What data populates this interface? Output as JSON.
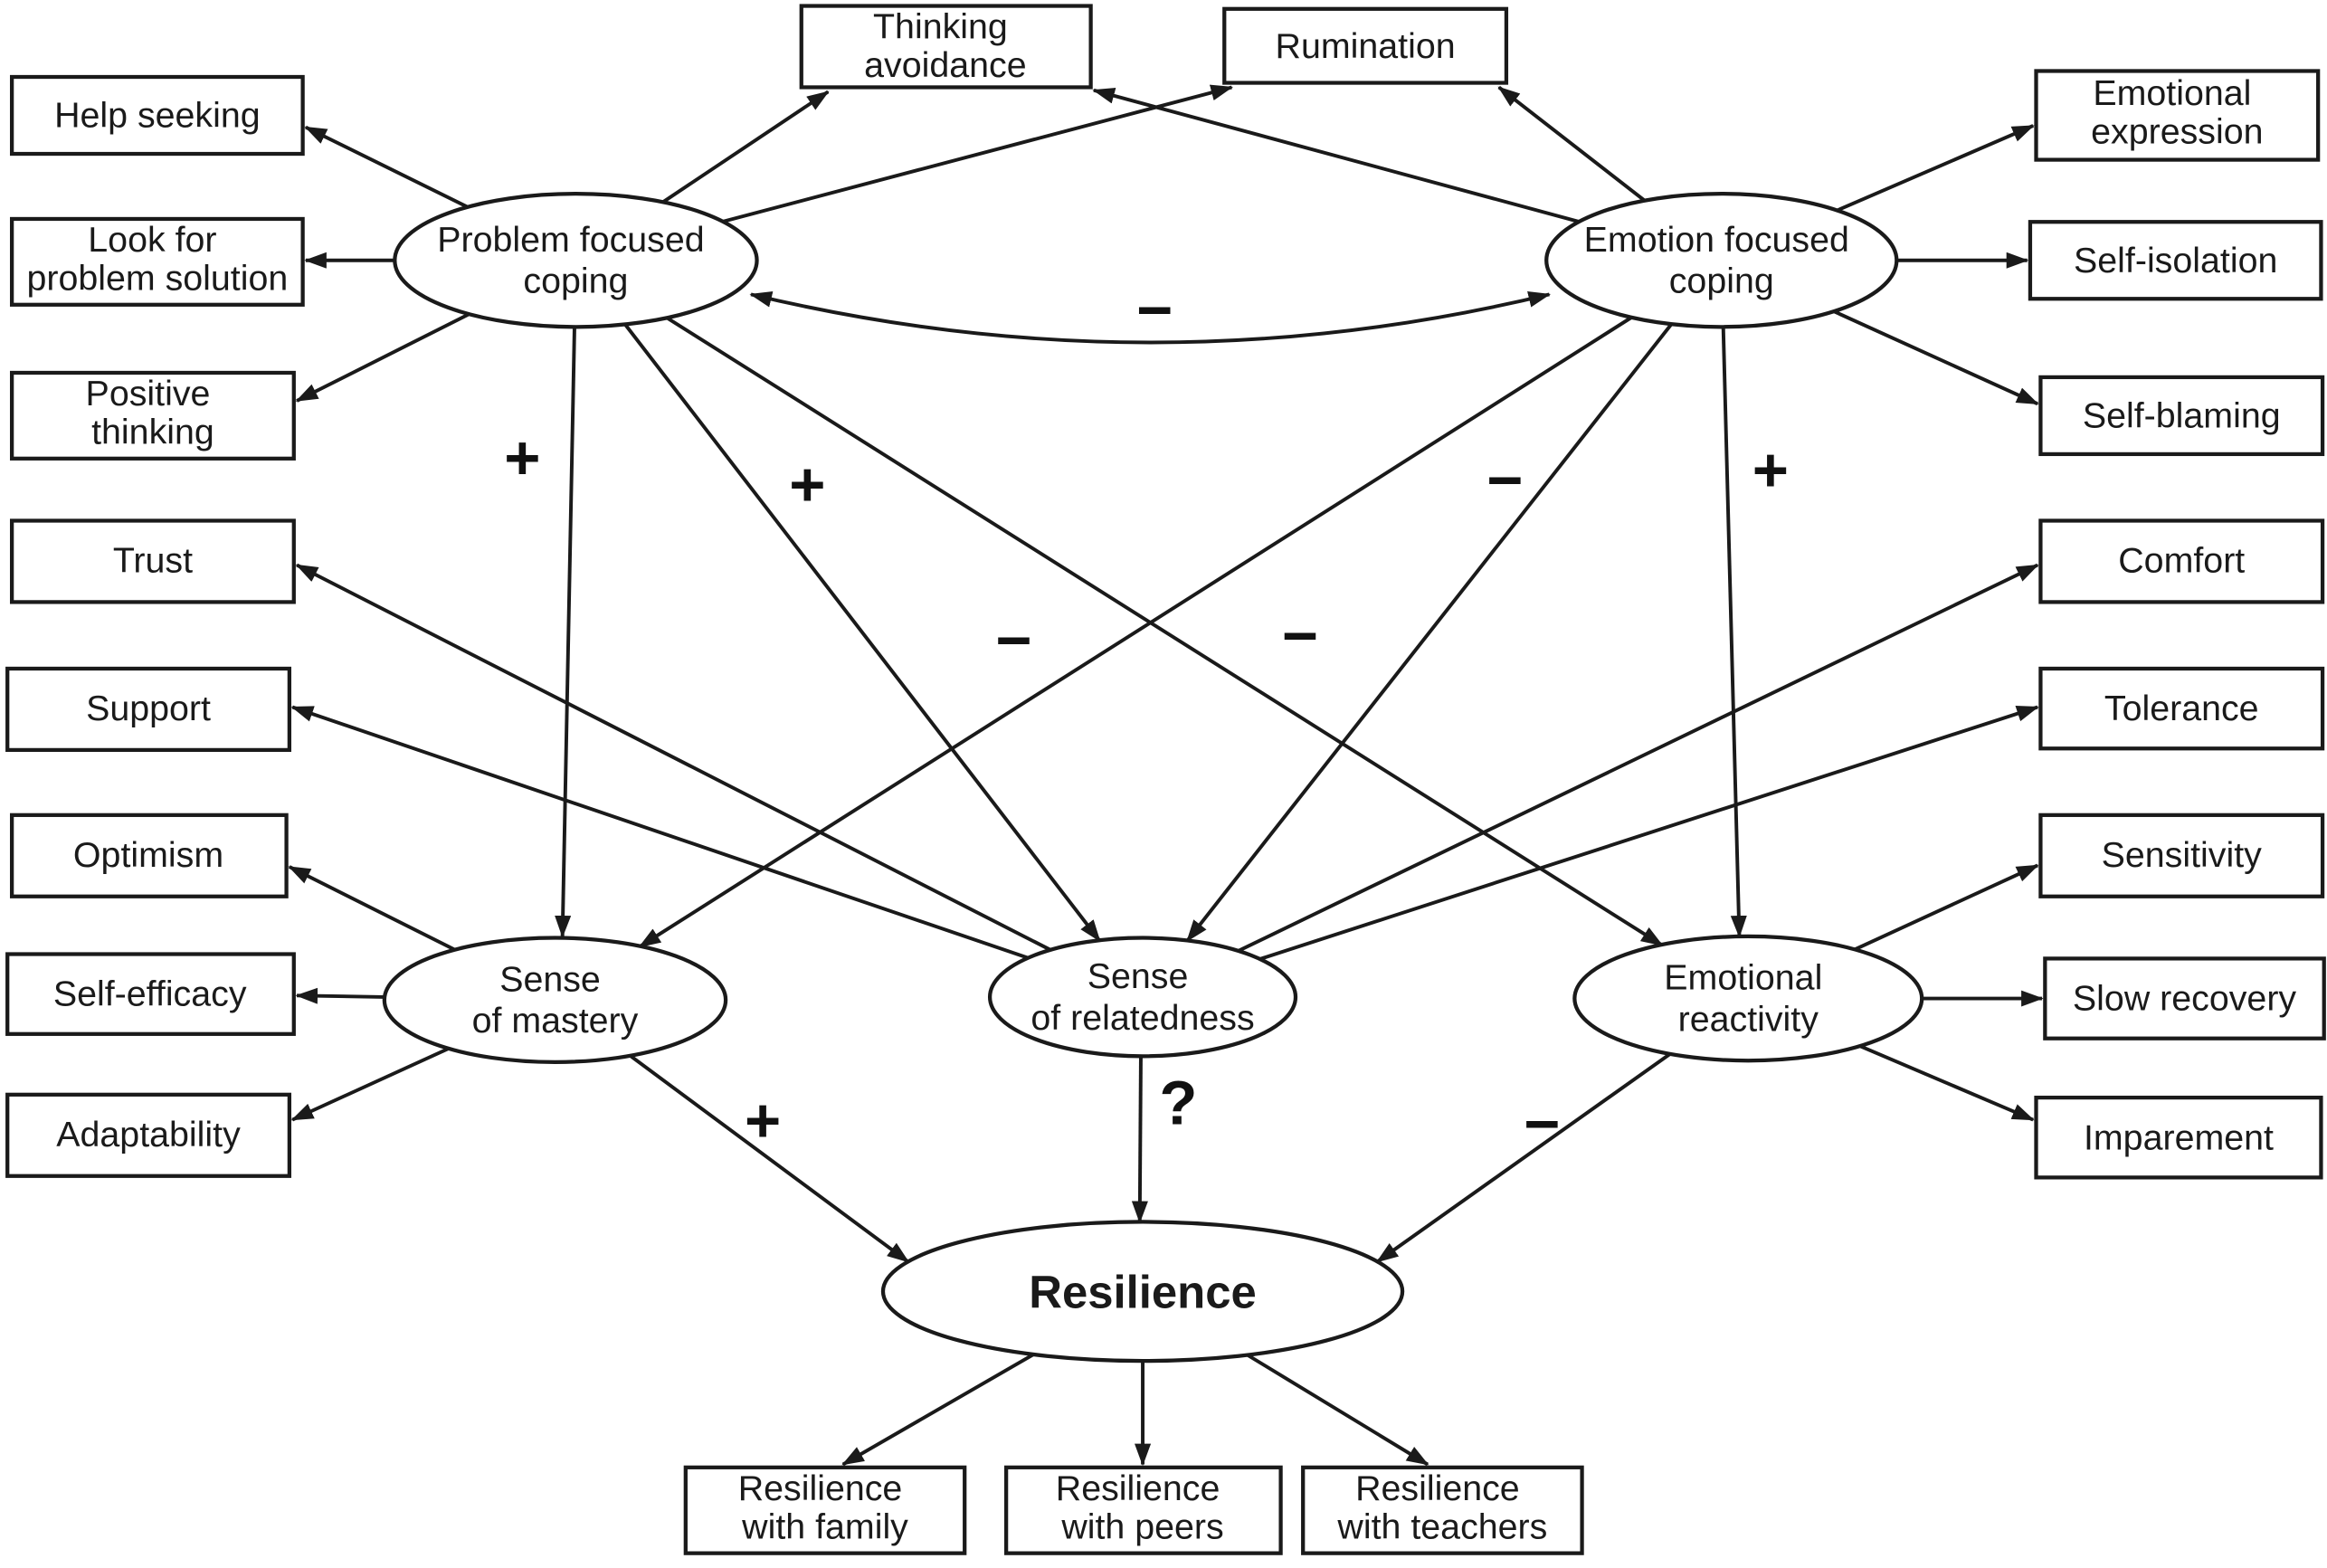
{
  "colors": {
    "stroke": "#1a1a1a",
    "background": "#ffffff",
    "text": "#1a1a1a"
  },
  "latent": {
    "problem_focused_coping": {
      "line1": "Problem focused",
      "line2": "coping"
    },
    "emotion_focused_coping": {
      "line1": "Emotion focused",
      "line2": "coping"
    },
    "sense_of_mastery": {
      "line1": "Sense",
      "line2": "of mastery"
    },
    "sense_of_relatedness": {
      "line1": "Sense",
      "line2": "of relatedness"
    },
    "emotional_reactivity": {
      "line1": "Emotional",
      "line2": "reactivity"
    },
    "resilience": {
      "label": "Resilience"
    }
  },
  "observed": {
    "thinking_avoidance": {
      "line1": "Thinking",
      "line2": "avoidance"
    },
    "rumination": {
      "label": "Rumination"
    },
    "help_seeking": {
      "label": "Help seeking"
    },
    "look_for_problem_solution": {
      "line1": "Look for",
      "line2": "problem solution"
    },
    "positive_thinking": {
      "line1": "Positive",
      "line2": "thinking"
    },
    "trust": {
      "label": "Trust"
    },
    "support": {
      "label": "Support"
    },
    "optimism": {
      "label": "Optimism"
    },
    "self_efficacy": {
      "label": "Self-efficacy"
    },
    "adaptability": {
      "label": "Adaptability"
    },
    "emotional_expression": {
      "line1": "Emotional",
      "line2": "expression"
    },
    "self_isolation": {
      "label": "Self-isolation"
    },
    "self_blaming": {
      "label": "Self-blaming"
    },
    "comfort": {
      "label": "Comfort"
    },
    "tolerance": {
      "label": "Tolerance"
    },
    "sensitivity": {
      "label": "Sensitivity"
    },
    "slow_recovery": {
      "label": "Slow recovery"
    },
    "imparement": {
      "label": "Imparement"
    },
    "resilience_with_family": {
      "line1": "Resilience",
      "line2": "with family"
    },
    "resilience_with_peers": {
      "line1": "Resilience",
      "line2": "with peers"
    },
    "resilience_with_teachers": {
      "line1": "Resilience",
      "line2": "with teachers"
    }
  },
  "path_signs": {
    "pfc_to_som": "+",
    "pfc_to_sor": "+",
    "pfc_to_er": "−",
    "efc_to_som": "−",
    "efc_to_sor": "−",
    "efc_to_er": "+",
    "pfc_efc_covariance": "−",
    "som_to_resilience": "+",
    "sor_to_resilience": "?",
    "er_to_resilience": "−"
  }
}
